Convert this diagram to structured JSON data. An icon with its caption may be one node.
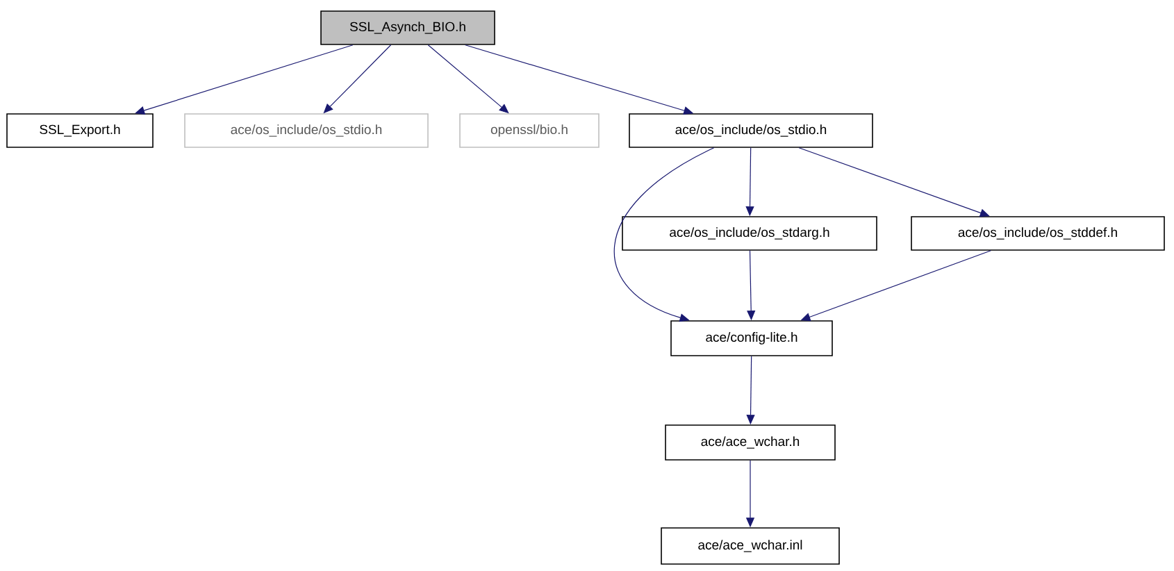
{
  "diagram": {
    "nodes": [
      {
        "text": [
          "SSL_Asynch_BIO.h"
        ]
      },
      {
        "text": [
          "SSL_Export.h"
        ]
      },
      {
        "text": [
          "ace/os_include/os_stdio.h"
        ]
      },
      {
        "text": [
          "openssl/bio.h"
        ]
      },
      {
        "text": [
          "ace/os_include/os_stdio.h"
        ]
      },
      {
        "text": [
          "ace/os_include/os_stdarg.h"
        ]
      },
      {
        "text": [
          "ace/os_include/os_stddef.h"
        ]
      },
      {
        "text": [
          "ace/config-lite.h"
        ]
      },
      {
        "text": [
          "ace/ace_wchar.h"
        ]
      },
      {
        "text": [
          "ace/ace_wchar.inl"
        ]
      }
    ],
    "edges": [
      {
        "from": 0,
        "to": 1,
        "arrow": "to"
      },
      {
        "from": 0,
        "to": 2,
        "arrow": "to"
      },
      {
        "from": 0,
        "to": 3,
        "arrow": "to"
      },
      {
        "from": 0,
        "to": 4,
        "arrow": "to"
      },
      {
        "from": 4,
        "to": 7,
        "arrow": "to"
      },
      {
        "from": 4,
        "to": 5,
        "arrow": "to"
      },
      {
        "from": 4,
        "to": 6,
        "arrow": "to"
      },
      {
        "from": 5,
        "to": 7,
        "arrow": "to"
      },
      {
        "from": 6,
        "to": 7,
        "arrow": "to"
      },
      {
        "from": 7,
        "to": 8,
        "arrow": "to"
      },
      {
        "from": 8,
        "to": 9,
        "arrow": "to"
      }
    ]
  }
}
